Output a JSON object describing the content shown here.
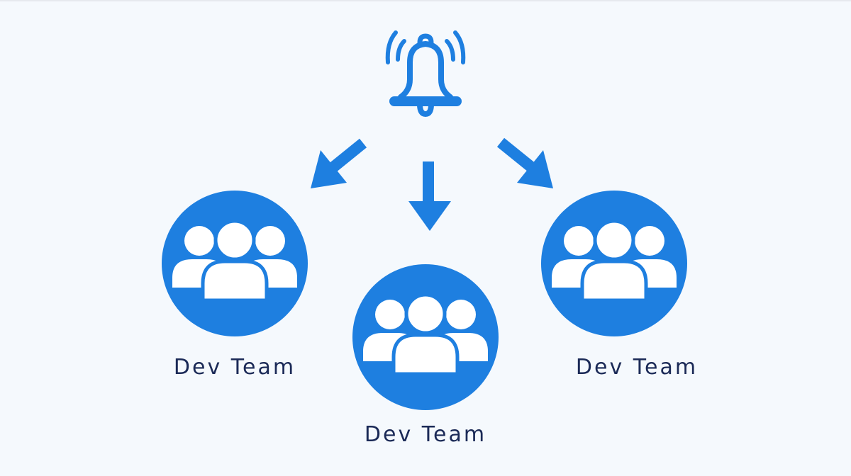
{
  "colors": {
    "background": "#f5f9fd",
    "accent": "#1e7fe0",
    "label_text": "#1b2a57",
    "icon_fill": "#ffffff"
  },
  "source": {
    "icon": "bell-ringing-icon"
  },
  "connectors": [
    {
      "direction": "down-left",
      "icon": "arrow-down-left-icon"
    },
    {
      "direction": "down",
      "icon": "arrow-down-icon"
    },
    {
      "direction": "down-right",
      "icon": "arrow-down-right-icon"
    }
  ],
  "teams": [
    {
      "label": "Dev Team",
      "icon": "users-group-icon"
    },
    {
      "label": "Dev Team",
      "icon": "users-group-icon"
    },
    {
      "label": "Dev Team",
      "icon": "users-group-icon"
    }
  ]
}
